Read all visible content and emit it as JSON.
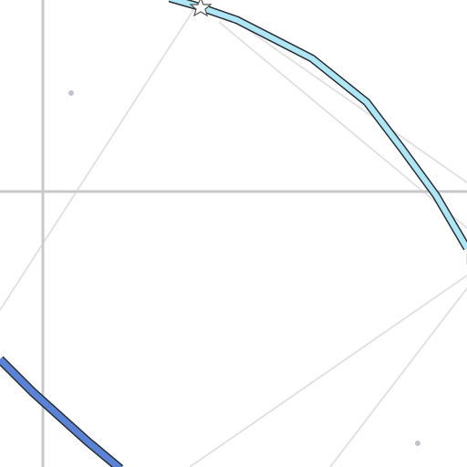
{
  "map": {
    "background": "#ffffff",
    "colors": {
      "major_road": "#c8c8c8",
      "minor_road": "#e2e2e2",
      "route_light": "#aee6f5",
      "route_dark": "#5a83d6",
      "route_casing": "#2a2f36",
      "poi_dot": "#c0c4cc",
      "marker_fill": "#ffffff",
      "marker_stroke": "#555555"
    },
    "features": {
      "major_roads": [
        "major-road-vertical",
        "major-road-horizontal"
      ],
      "minor_roads": 7,
      "routes": [
        "light-blue-route",
        "dark-blue-route"
      ],
      "poi_dots": 2,
      "markers": [
        "star-marker"
      ]
    }
  }
}
